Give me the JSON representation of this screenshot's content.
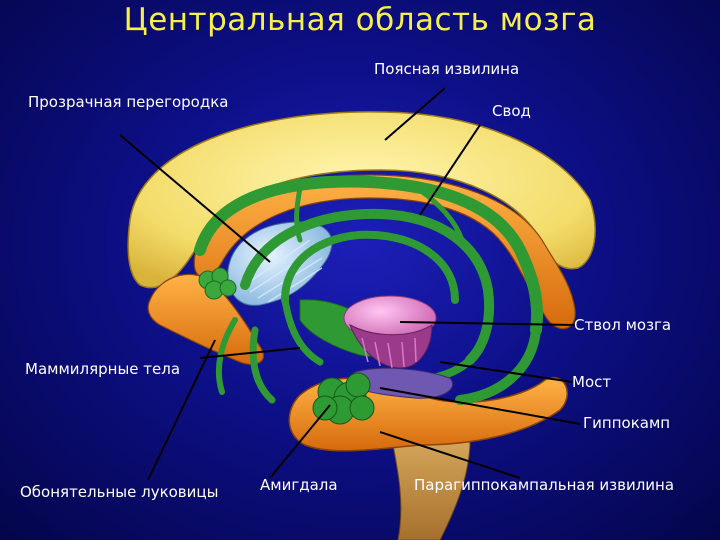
{
  "title": "Центральная область мозга",
  "labels": {
    "cingulate_gyrus": "Поясная извилина",
    "septum_pellucidum": "Прозрачная перегородка",
    "fornix": "Свод",
    "brain_stem": "Ствол мозга",
    "mammillary_bodies": "Маммилярные тела",
    "pons": "Мост",
    "hippocampus": "Гиппокамп",
    "olfactory_bulbs": "Обонятельные луковицы",
    "amygdala": "Амигдала",
    "parahippocampal_gyrus": "Парагиппокампальная извилина"
  },
  "colors": {
    "background": "#0d0f86",
    "title": "#f7ef4a",
    "cortex": "#f6e27a",
    "limbic_orange": "#f08a1c",
    "fornix_green": "#2e8f2e",
    "septum_blue": "#9fc6e8",
    "brainstem_pink": "#e78ad0",
    "pons_purple": "#7a4aa0"
  }
}
